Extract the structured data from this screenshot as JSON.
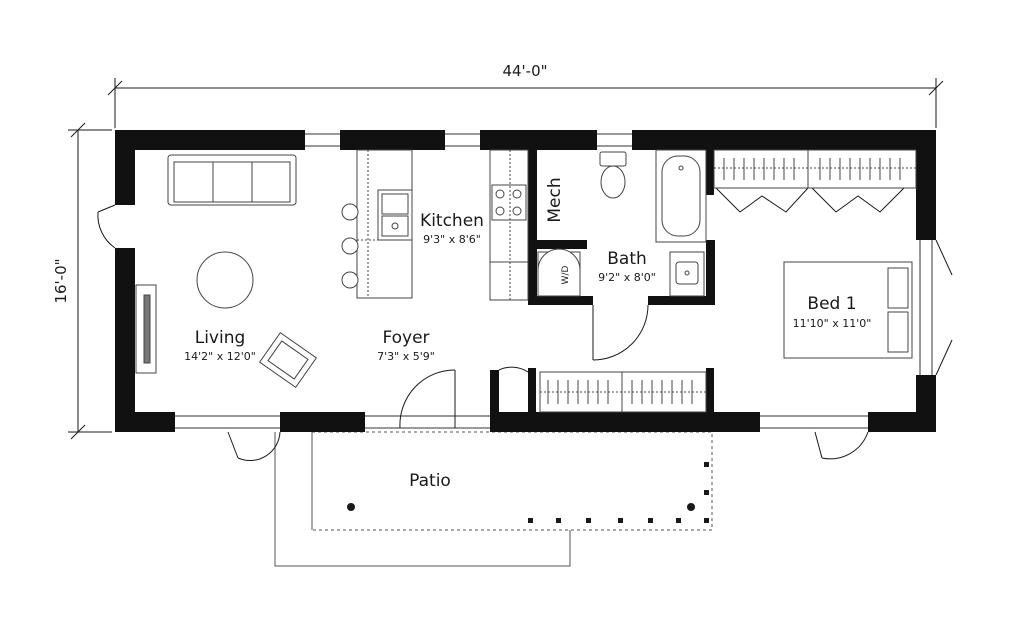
{
  "dimensions": {
    "width": "44'-0\"",
    "depth": "16'-0\""
  },
  "rooms": {
    "living": {
      "name": "Living",
      "size": "14'2\" x 12'0\""
    },
    "kitchen": {
      "name": "Kitchen",
      "size": "9'3\" x 8'6\""
    },
    "foyer": {
      "name": "Foyer",
      "size": "7'3\" x 5'9\""
    },
    "mech": {
      "name": "Mech"
    },
    "bath": {
      "name": "Bath",
      "size": "9'2\" x 8'0\""
    },
    "bed1": {
      "name": "Bed 1",
      "size": "11'10\" x 11'0\""
    },
    "patio": {
      "name": "Patio"
    }
  },
  "fixtures": {
    "washer_dryer": "W/D"
  }
}
